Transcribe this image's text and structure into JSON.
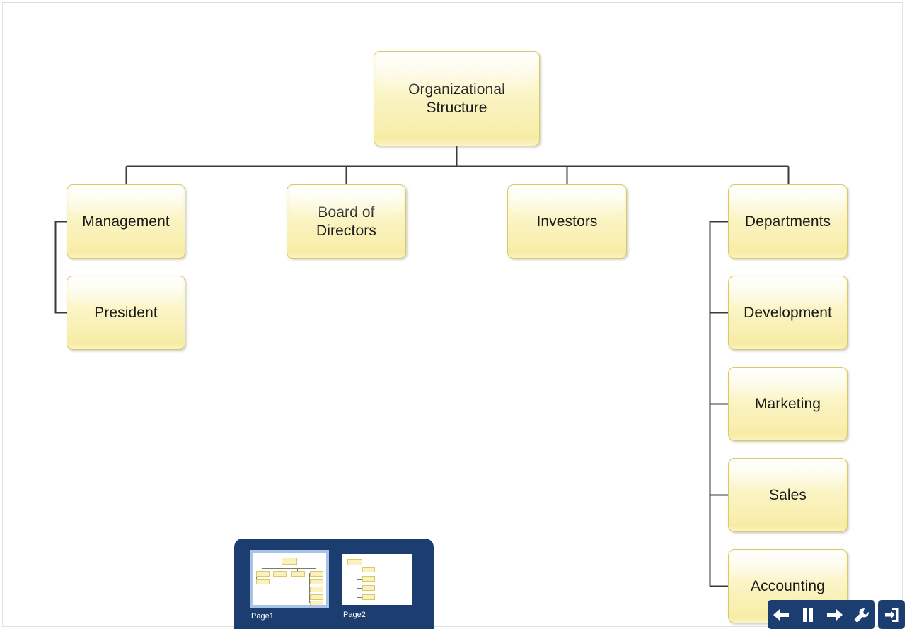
{
  "document": {
    "title": "Organizational Structure"
  },
  "diagram": {
    "type": "org-chart",
    "root": {
      "label": "Organizational\nStructure"
    },
    "level1": [
      {
        "label": "Management"
      },
      {
        "label": "Board of\nDirectors"
      },
      {
        "label": "Investors"
      },
      {
        "label": "Departments"
      }
    ],
    "management_children": [
      {
        "label": "President"
      }
    ],
    "departments_children": [
      {
        "label": "Development"
      },
      {
        "label": "Marketing"
      },
      {
        "label": "Sales"
      },
      {
        "label": "Accounting"
      }
    ],
    "colors": {
      "node_fill_top": "#fdfdf2",
      "node_fill_mid": "#fbf5c8",
      "node_fill_bottom": "#f7eca4",
      "node_border": "#d8c96a",
      "connector": "#3a3a3a",
      "text": "#1a1a1a",
      "canvas": "#ffffff"
    }
  },
  "pages_panel": {
    "background": "#1c3d70",
    "selection_border": "#a7c4e8",
    "pages": [
      {
        "name": "Page1",
        "selected": true
      },
      {
        "name": "Page2",
        "selected": false
      }
    ]
  },
  "toolbar": {
    "background": "#1c3d70",
    "buttons": [
      {
        "name": "previous",
        "icon": "arrow-left-icon"
      },
      {
        "name": "pause",
        "icon": "pause-icon"
      },
      {
        "name": "next",
        "icon": "arrow-right-icon"
      },
      {
        "name": "tools",
        "icon": "wrench-icon"
      },
      {
        "name": "exit",
        "icon": "exit-icon"
      }
    ]
  }
}
